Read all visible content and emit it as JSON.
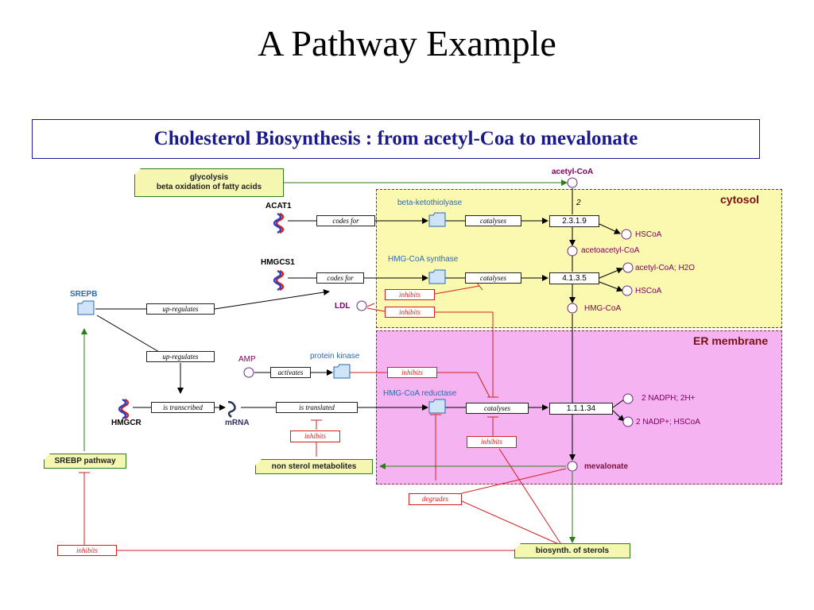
{
  "slide": {
    "title": "A Pathway Example"
  },
  "banner": {
    "text": "Cholesterol Biosynthesis : from acetyl-Coa to mevalonate"
  },
  "regions": {
    "cytosol": "cytosol",
    "er": "ER membrane"
  },
  "notes": {
    "glycolysis_line1": "glycolysis",
    "glycolysis_line2": "beta oxidation of fatty acids",
    "srebp_pathway": "SREBP pathway",
    "non_sterol": "non sterol metabolites",
    "biosynth": "biosynth. of sterols"
  },
  "genes": {
    "acat1": "ACAT1",
    "hmgcs1": "HMGCS1",
    "hmgcr": "HMGCR",
    "srepb": "SREPB",
    "mrna": "mRNA"
  },
  "proteins": {
    "beta_ketothiolyase": "beta-ketothiolyase",
    "hmg_synthase": "HMG-CoA synthase",
    "protein_kinase": "protein kinase",
    "hmg_reductase": "HMG-CoA reductase"
  },
  "compounds": {
    "acetyl_coa": "acetyl-CoA",
    "stoich": "2",
    "hscoa1": "HSCoA",
    "acetoacetyl": "acetoacetyl-CoA",
    "acetyl_h2o": "acetyl-CoA; H2O",
    "hscoa2": "HSCoA",
    "hmg_coa": "HMG-CoA",
    "ldl": "LDL",
    "amp": "AMP",
    "nadph": "2 NADPH; 2H+",
    "nadp": "2 NADP+; HSCoA",
    "mevalonate": "mevalonate"
  },
  "enzymes": {
    "ec1": "2.3.1.9",
    "ec2": "4.1.3.5",
    "ec3": "1.1.1.34"
  },
  "relations": {
    "codes_for_1": "codes for",
    "codes_for_2": "codes for",
    "catalyses_1": "catalyses",
    "catalyses_2": "catalyses",
    "catalyses_3": "catalyses",
    "up_regulates_1": "up-regulates",
    "up_regulates_2": "up-regulates",
    "is_transcribed": "is transcribed",
    "is_translated": "is translated",
    "activates": "activates",
    "inhibits_1": "inhibits",
    "inhibits_2": "inhibits",
    "inhibits_3": "inhibits",
    "inhibits_4": "inhibits",
    "inhibits_5": "inhibits",
    "inhibits_6": "inhibits",
    "degrades": "degrades"
  },
  "colors": {
    "inhibit": "#d02020",
    "flow": "#2e7d1a",
    "cytosol_fill": "#fbf9b0",
    "er_fill": "#f6b3f2"
  }
}
